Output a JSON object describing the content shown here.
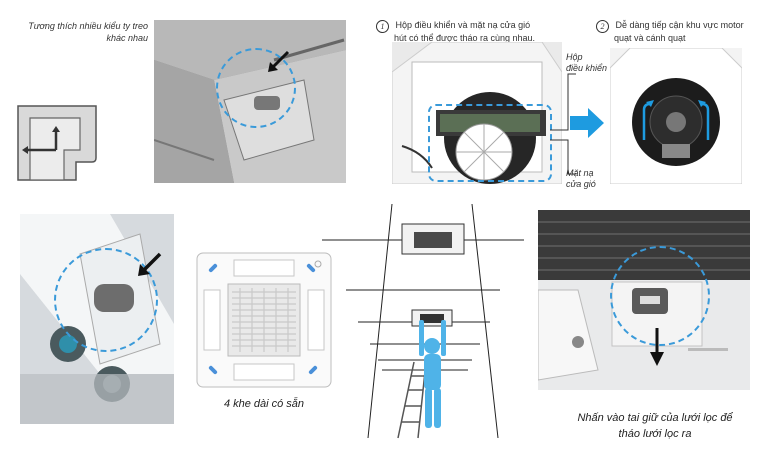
{
  "top_left": {
    "caption_line1": "Tương thích nhiều kiểu ty treo",
    "caption_line2": "khác nhau"
  },
  "step1": {
    "number": "1",
    "text_line1": "Hộp điều khiển và mặt nạ cửa gió",
    "text_line2": "hút có thể được tháo ra cùng nhau."
  },
  "step2": {
    "number": "2",
    "text_line1": "Dễ dàng tiếp cận khu vực motor",
    "text_line2": "quạt và cánh quạt"
  },
  "labels": {
    "control_box_line1": "Hộp",
    "control_box_line2": "điều khiển",
    "grille_line1": "Mặt nạ",
    "grille_line2": "cửa gió"
  },
  "bottom": {
    "slots_caption": "4 khe dài có sẵn",
    "filter_caption_line1": "Nhấn vào tai giữ của lưới lọc để",
    "filter_caption_line2": "tháo lưới lọc ra"
  },
  "colors": {
    "accent_blue": "#3a9ad9",
    "arrow_blue": "#1e9be0",
    "person_blue": "#4fb3e8"
  }
}
